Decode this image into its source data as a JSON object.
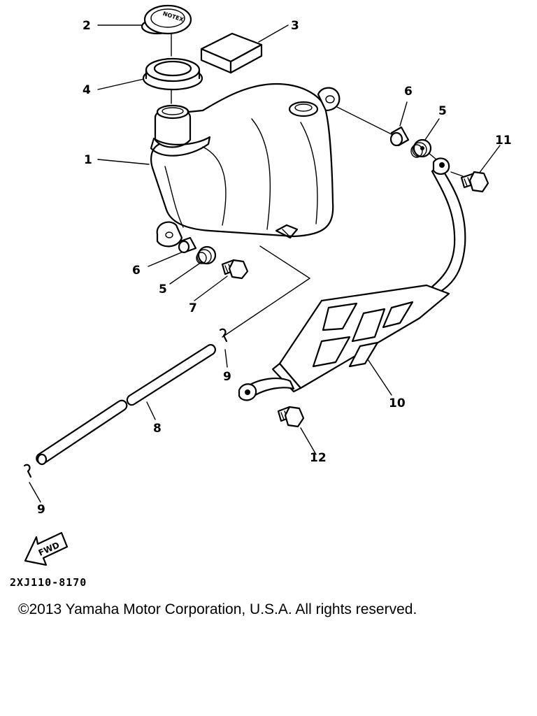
{
  "diagram": {
    "callouts": [
      "1",
      "2",
      "3",
      "4",
      "5",
      "6",
      "7",
      "8",
      "9",
      "10",
      "11",
      "12"
    ],
    "cap_text": "NOTEX",
    "fwd_text": "FWD",
    "diagram_code": "2XJ110-8170",
    "copyright": "©2013 Yamaha Motor Corporation, U.S.A. All rights reserved."
  }
}
